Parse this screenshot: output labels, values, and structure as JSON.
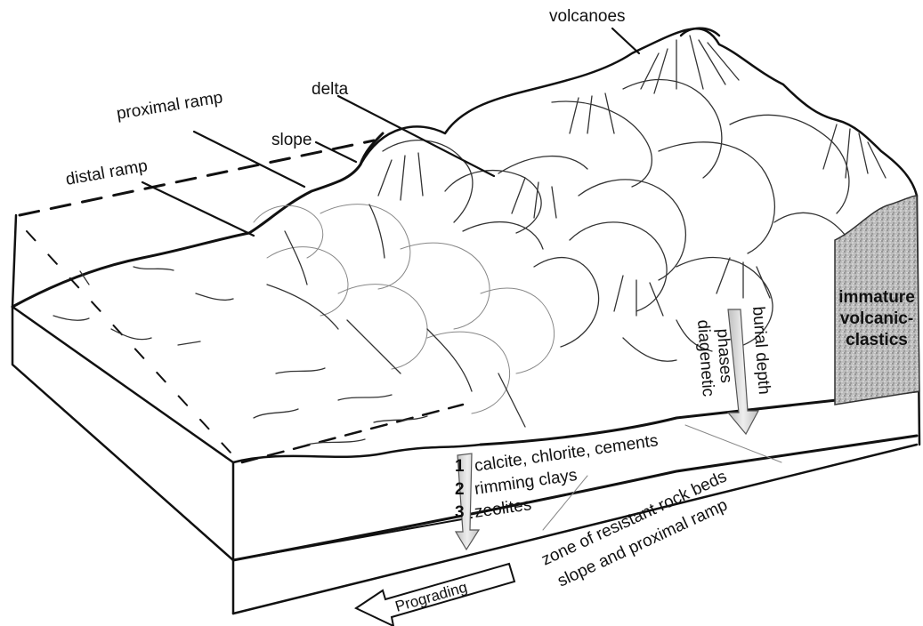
{
  "labels": {
    "volcanoes": "volcanoes",
    "delta": "delta",
    "proximal_ramp": "proximal ramp",
    "slope": "slope",
    "distal_ramp": "distal ramp",
    "immature_line1": "immature",
    "immature_line2": "volcanic-",
    "immature_line3": "clastics",
    "burial_depth": "burial depth",
    "diagenetic_line1": "diagenetic",
    "diagenetic_line2": "phases",
    "zone_line1": "zone of resistant rock beds",
    "zone_line2": "slope and proximal ramp",
    "prograding": "Prograding"
  },
  "phases": [
    {
      "number": "1",
      "text": "calcite, chlorite, cements"
    },
    {
      "number": "2",
      "text": "rimming clays"
    },
    {
      "number": "3",
      "text": "zeolites"
    }
  ],
  "colors": {
    "ink": "#111111",
    "arrow_fill": "#d9d9d9",
    "stipple": "#9a9a9a"
  }
}
